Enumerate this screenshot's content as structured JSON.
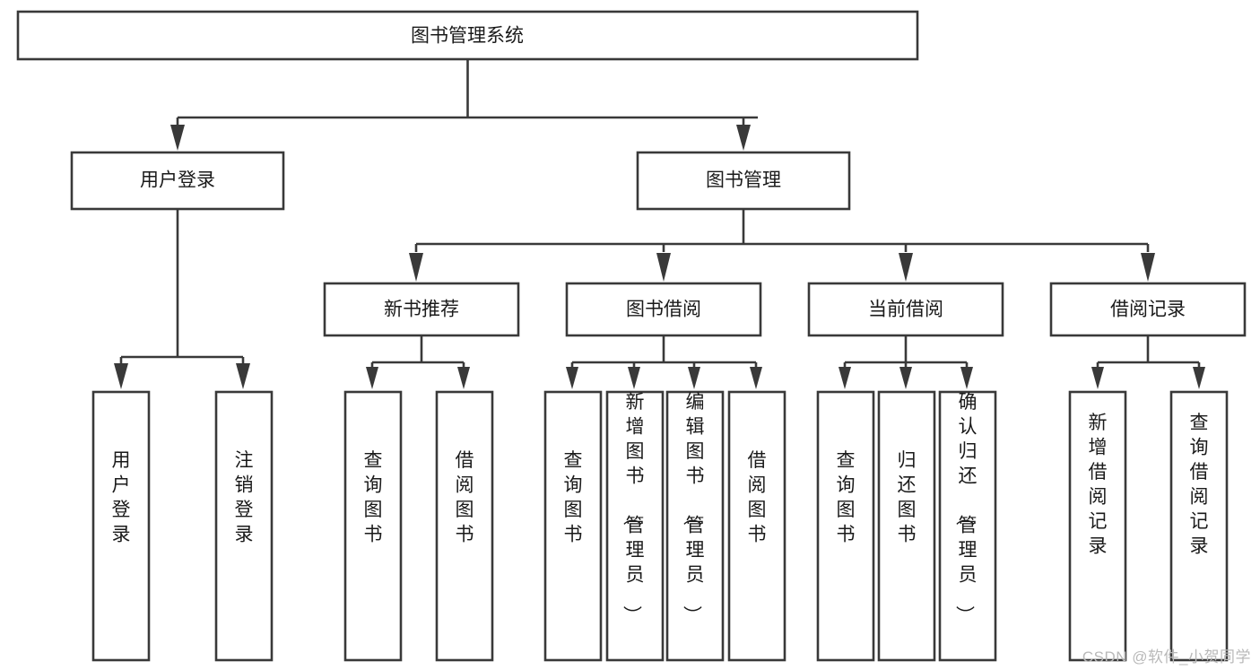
{
  "diagram": {
    "type": "tree-hierarchy",
    "title": "图书管理系统",
    "orientation": "top-down",
    "colors": {
      "box_stroke": "#393939",
      "box_fill": "#ffffff",
      "text": "#1a1a1a",
      "background": "#ffffff",
      "watermark": "#b9b9b9"
    },
    "root": {
      "label": "图书管理系统"
    },
    "level2": [
      {
        "label": "用户登录"
      },
      {
        "label": "图书管理"
      }
    ],
    "level3": [
      {
        "label": "新书推荐"
      },
      {
        "label": "图书借阅"
      },
      {
        "label": "当前借阅"
      },
      {
        "label": "借阅记录"
      }
    ],
    "leaves": {
      "user_login": [
        {
          "label": "用户登录"
        },
        {
          "label": "注销登录"
        }
      ],
      "new_book_recommend": [
        {
          "label": "查询图书"
        },
        {
          "label": "借阅图书"
        }
      ],
      "book_borrow": [
        {
          "label": "查询图书"
        },
        {
          "label": "新增图书（管理员）"
        },
        {
          "label": "编辑图书（管理员）"
        },
        {
          "label": "借阅图书"
        }
      ],
      "current_borrow": [
        {
          "label": "查询图书"
        },
        {
          "label": "归还图书"
        },
        {
          "label": "确认归还（管理员）"
        }
      ],
      "borrow_record": [
        {
          "label": "新增借阅记录"
        },
        {
          "label": "查询借阅记录"
        }
      ]
    }
  },
  "watermark": {
    "text": "CSDN @软件_小贺同学"
  }
}
